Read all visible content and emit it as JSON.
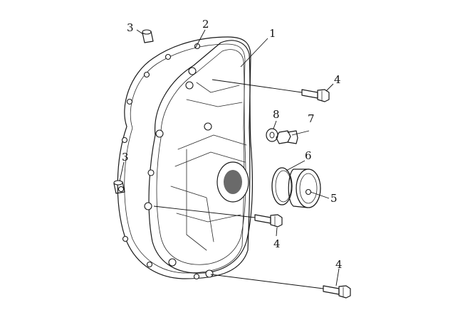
{
  "diagram": {
    "type": "exploded-parts-view",
    "callouts": {
      "c1": "1",
      "c2": "2",
      "c3a": "3",
      "c3b": "3",
      "c4a": "4",
      "c4b": "4",
      "c4c": "4",
      "c5": "5",
      "c6": "6",
      "c7": "7",
      "c8": "8"
    }
  }
}
